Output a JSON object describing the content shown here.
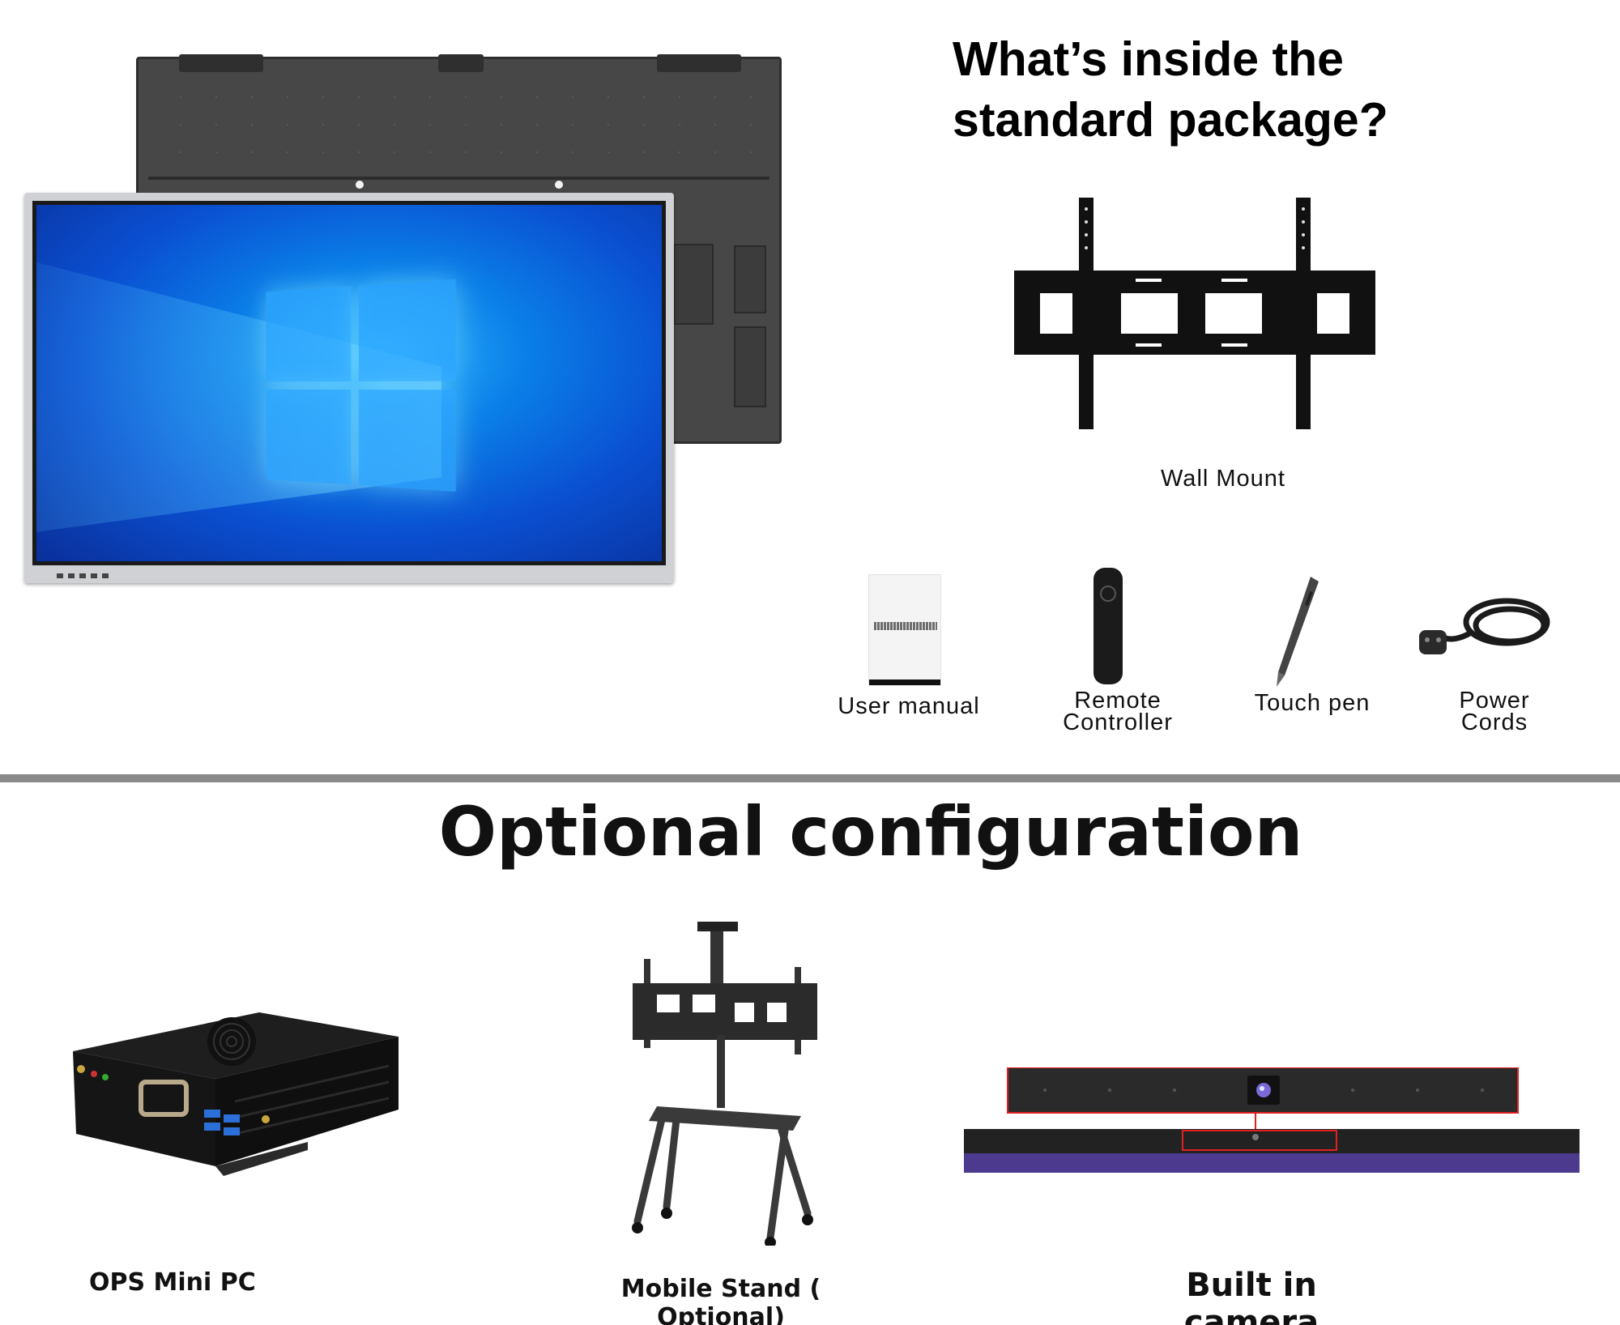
{
  "package": {
    "title_line1": "What’s inside the",
    "title_line2": "standard package?",
    "items": {
      "wall_mount": "Wall Mount",
      "user_manual": "User manual",
      "remote_line1": "Remote",
      "remote_line2": "Controller",
      "touch_pen": "Touch pen",
      "cords_line1": "Power",
      "cords_line2": "Cords"
    }
  },
  "optional": {
    "title": "Optional configuration",
    "items": {
      "ops": "OPS Mini PC",
      "stand": "Mobile Stand ( Optional)",
      "camera": "Built in camera"
    }
  },
  "colors": {
    "screen_blue": "#0a7fe8",
    "divider": "#8a8a8a",
    "highlight_red": "#e02020"
  }
}
